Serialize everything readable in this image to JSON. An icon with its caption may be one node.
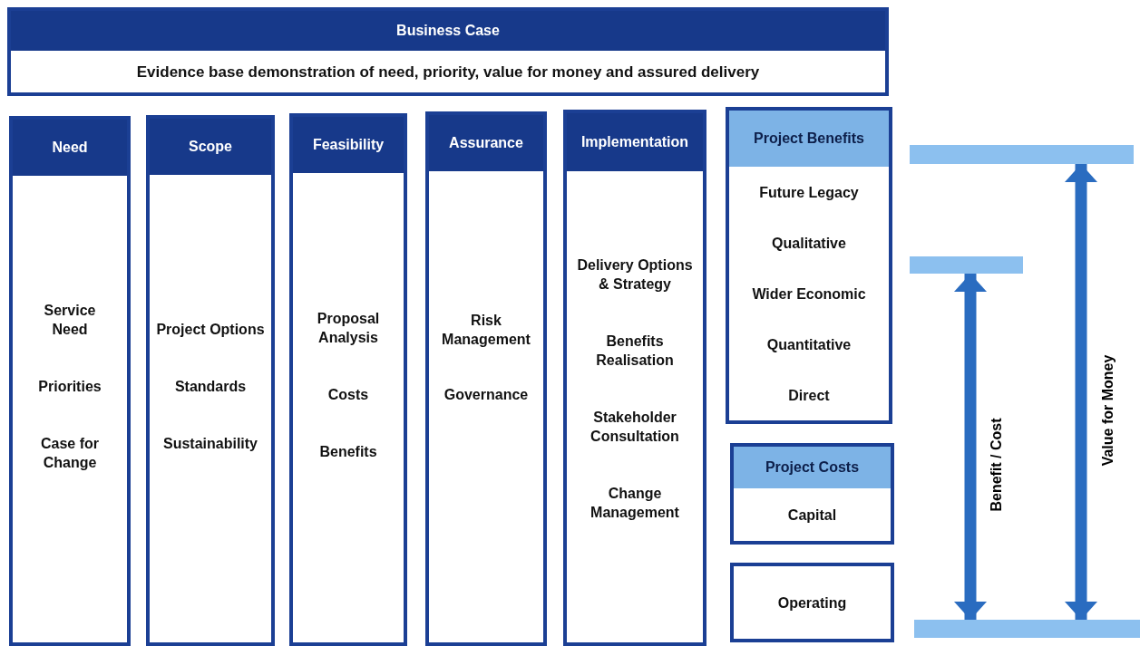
{
  "diagram": {
    "nodes": [
      {
        "text": [
          "Business Case",
          "Evidence base demonstration of need, priority, value for money and assured delivery"
        ]
      },
      {
        "text": [
          "Need",
          "Service Need",
          "Priorities",
          "Case for Change"
        ]
      },
      {
        "text": [
          "Scope",
          "Project Options",
          "Standards",
          "Sustainability"
        ]
      },
      {
        "text": [
          "Feasibility",
          "Proposal Analysis",
          "Costs",
          "Benefits"
        ]
      },
      {
        "text": [
          "Assurance",
          "Risk Management",
          "Governance"
        ]
      },
      {
        "text": [
          "Implementation",
          "Delivery Options & Strategy",
          "Benefits Realisation",
          "Stakeholder Consultation",
          "Change Management"
        ]
      },
      {
        "text": [
          "Project Benefits",
          "Future Legacy",
          "Qualitative",
          "Wider Economic",
          "Quantitative",
          "Direct"
        ]
      },
      {
        "text": [
          "Project Costs",
          "Capital"
        ]
      },
      {
        "text": [
          "Operating"
        ]
      },
      {
        "text": [],
        "shape": "bar"
      },
      {
        "text": [],
        "shape": "bar"
      },
      {
        "text": [],
        "shape": "bar"
      }
    ],
    "edges": [
      {
        "from": 11,
        "to": 10,
        "arrow": "both",
        "label": "Benefit / Cost"
      },
      {
        "from": 11,
        "to": 9,
        "arrow": "both",
        "label": "Value for Money"
      }
    ]
  }
}
